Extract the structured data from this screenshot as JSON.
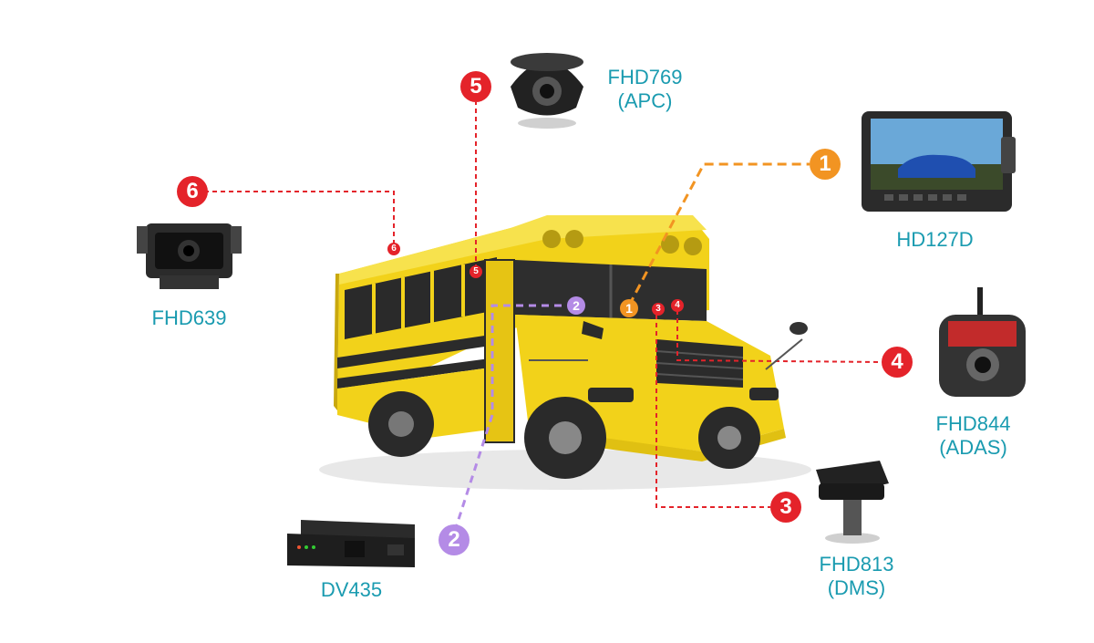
{
  "devices": [
    {
      "id": "fhd769",
      "lines": [
        "FHD769",
        "(APC)"
      ],
      "badge": "5",
      "color": "#e4232a"
    },
    {
      "id": "fhd639",
      "lines": [
        "FHD639"
      ],
      "badge": "6",
      "color": "#e4232a"
    },
    {
      "id": "hd127d",
      "lines": [
        "HD127D"
      ],
      "badge": "1",
      "color": "#f29422"
    },
    {
      "id": "fhd844",
      "lines": [
        "FHD844",
        "(ADAS)"
      ],
      "badge": "4",
      "color": "#e4232a"
    },
    {
      "id": "fhd813",
      "lines": [
        "FHD813",
        "(DMS)"
      ],
      "badge": "3",
      "color": "#e4232a"
    },
    {
      "id": "dv435",
      "lines": [
        "DV435"
      ],
      "badge": "2",
      "color": "#b48be6"
    }
  ],
  "monitor_screen_colors": {
    "sky": "#6aa8d8",
    "road": "#3b4a2a",
    "car": "#1f4fb0"
  },
  "bus_color": "#f2d21a"
}
